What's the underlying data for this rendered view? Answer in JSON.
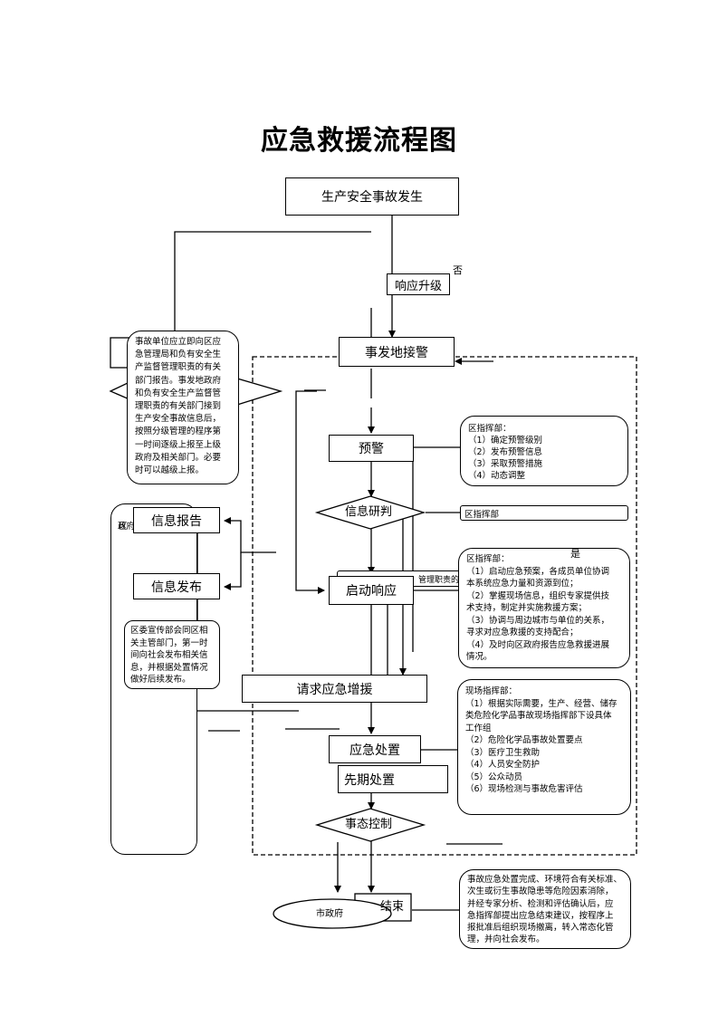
{
  "title": "应急救援流程图",
  "nodes": {
    "occur": "生产安全事故发生",
    "upgrade": "响应升级",
    "no_label": "否",
    "receive": "事发地接警",
    "warning": "预警",
    "judge": "信息研判",
    "start": "启动响应",
    "request": "请求应急增援",
    "handle": "应急处置",
    "early": "先期处置",
    "control": "事态控制",
    "end_partial": "结束",
    "city": "市政府",
    "report": "信息报告",
    "publish": "信息发布",
    "yes_label": "是"
  },
  "notes": {
    "unit_report": "事故单位应立即向区应\n急管理局和负有安全生\n产监督管理职责的有关\n部门报告。事发地政府\n和负有安全生产监督管\n理职责的有关部门接到\n生产安全事故信息后，\n按照分级管理的程序第\n一时间逐级上报至上级\n政府及相关部门。必要\n时可以越级上报。",
    "warning_cmd": "区指挥部：\n（1）确定预警级别\n（2）发布预警信息\n（3）采取预警措施\n（4）动态调整",
    "judge_cmd": "区指挥部",
    "start_cmd": "区指挥部：\n（1）启动应急预案，各成员单位协调\n本系统应急力量和资源到位；\n（2）掌握现场信息，组织专家提供技\n术支持，制定并实施救援方案；\n（3）协调与周边城市与单位的关系，\n寻求对应急救援的支持配合；\n（4）及时向区政府报告应急救援进展\n情况。",
    "field_cmd": "现场指挥部：\n（1）根据实际需要，生产、经营、储存\n类危险化学品事故现场指挥部下设具体\n工作组\n（2）危险化学品事故处置要点\n（3）医疗卫生救助\n（4）人员安全防护\n（5）公众动员\n（6）现场检测与事故危害评估",
    "end_note": "事故应急处置完成、环境符合有关标准、\n次生或衍生事故隐患等危险因素消除，\n并经专家分析、检测和评估确认后，应\n急指挥部提出应急结束建议，按程序上\n报批准后组织现场撤离，转入常态化管\n理，并向社会发布。",
    "publicity": "区委宣传部会同区相\n关主管部门，第一时\n间向社会发布相关信\n息，并根据处置情况\n做好后续发布。",
    "left_top_partial": "区",
    "left_top_partial2": "政府",
    "dept_partial": "管理职责的"
  }
}
